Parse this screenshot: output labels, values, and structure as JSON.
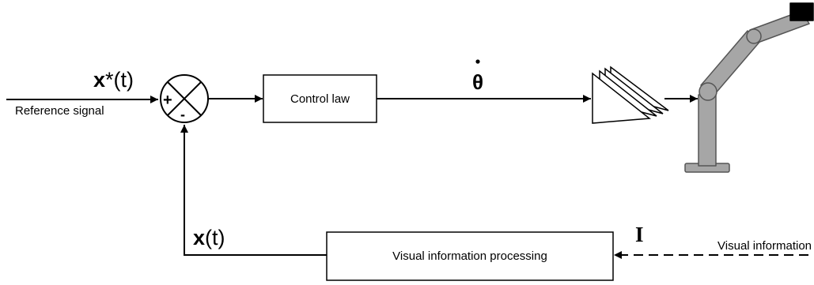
{
  "diagram": {
    "reference_signal_symbol_bold": "x",
    "reference_signal_symbol_rest": "*(t)",
    "reference_signal_label": "Reference signal",
    "plus_sign": "+",
    "minus_sign": "-",
    "control_law_label": "Control law",
    "theta_dot_symbol": "θ",
    "feedback_symbol_bold": "x",
    "feedback_symbol_rest": "(t)",
    "visual_processing_label": "Visual information processing",
    "image_symbol": "I",
    "visual_information_label": "Visual information",
    "colors": {
      "line": "#000000",
      "robot_fill": "#a6a6a6",
      "robot_stroke": "#555555",
      "camera": "#000000"
    }
  }
}
